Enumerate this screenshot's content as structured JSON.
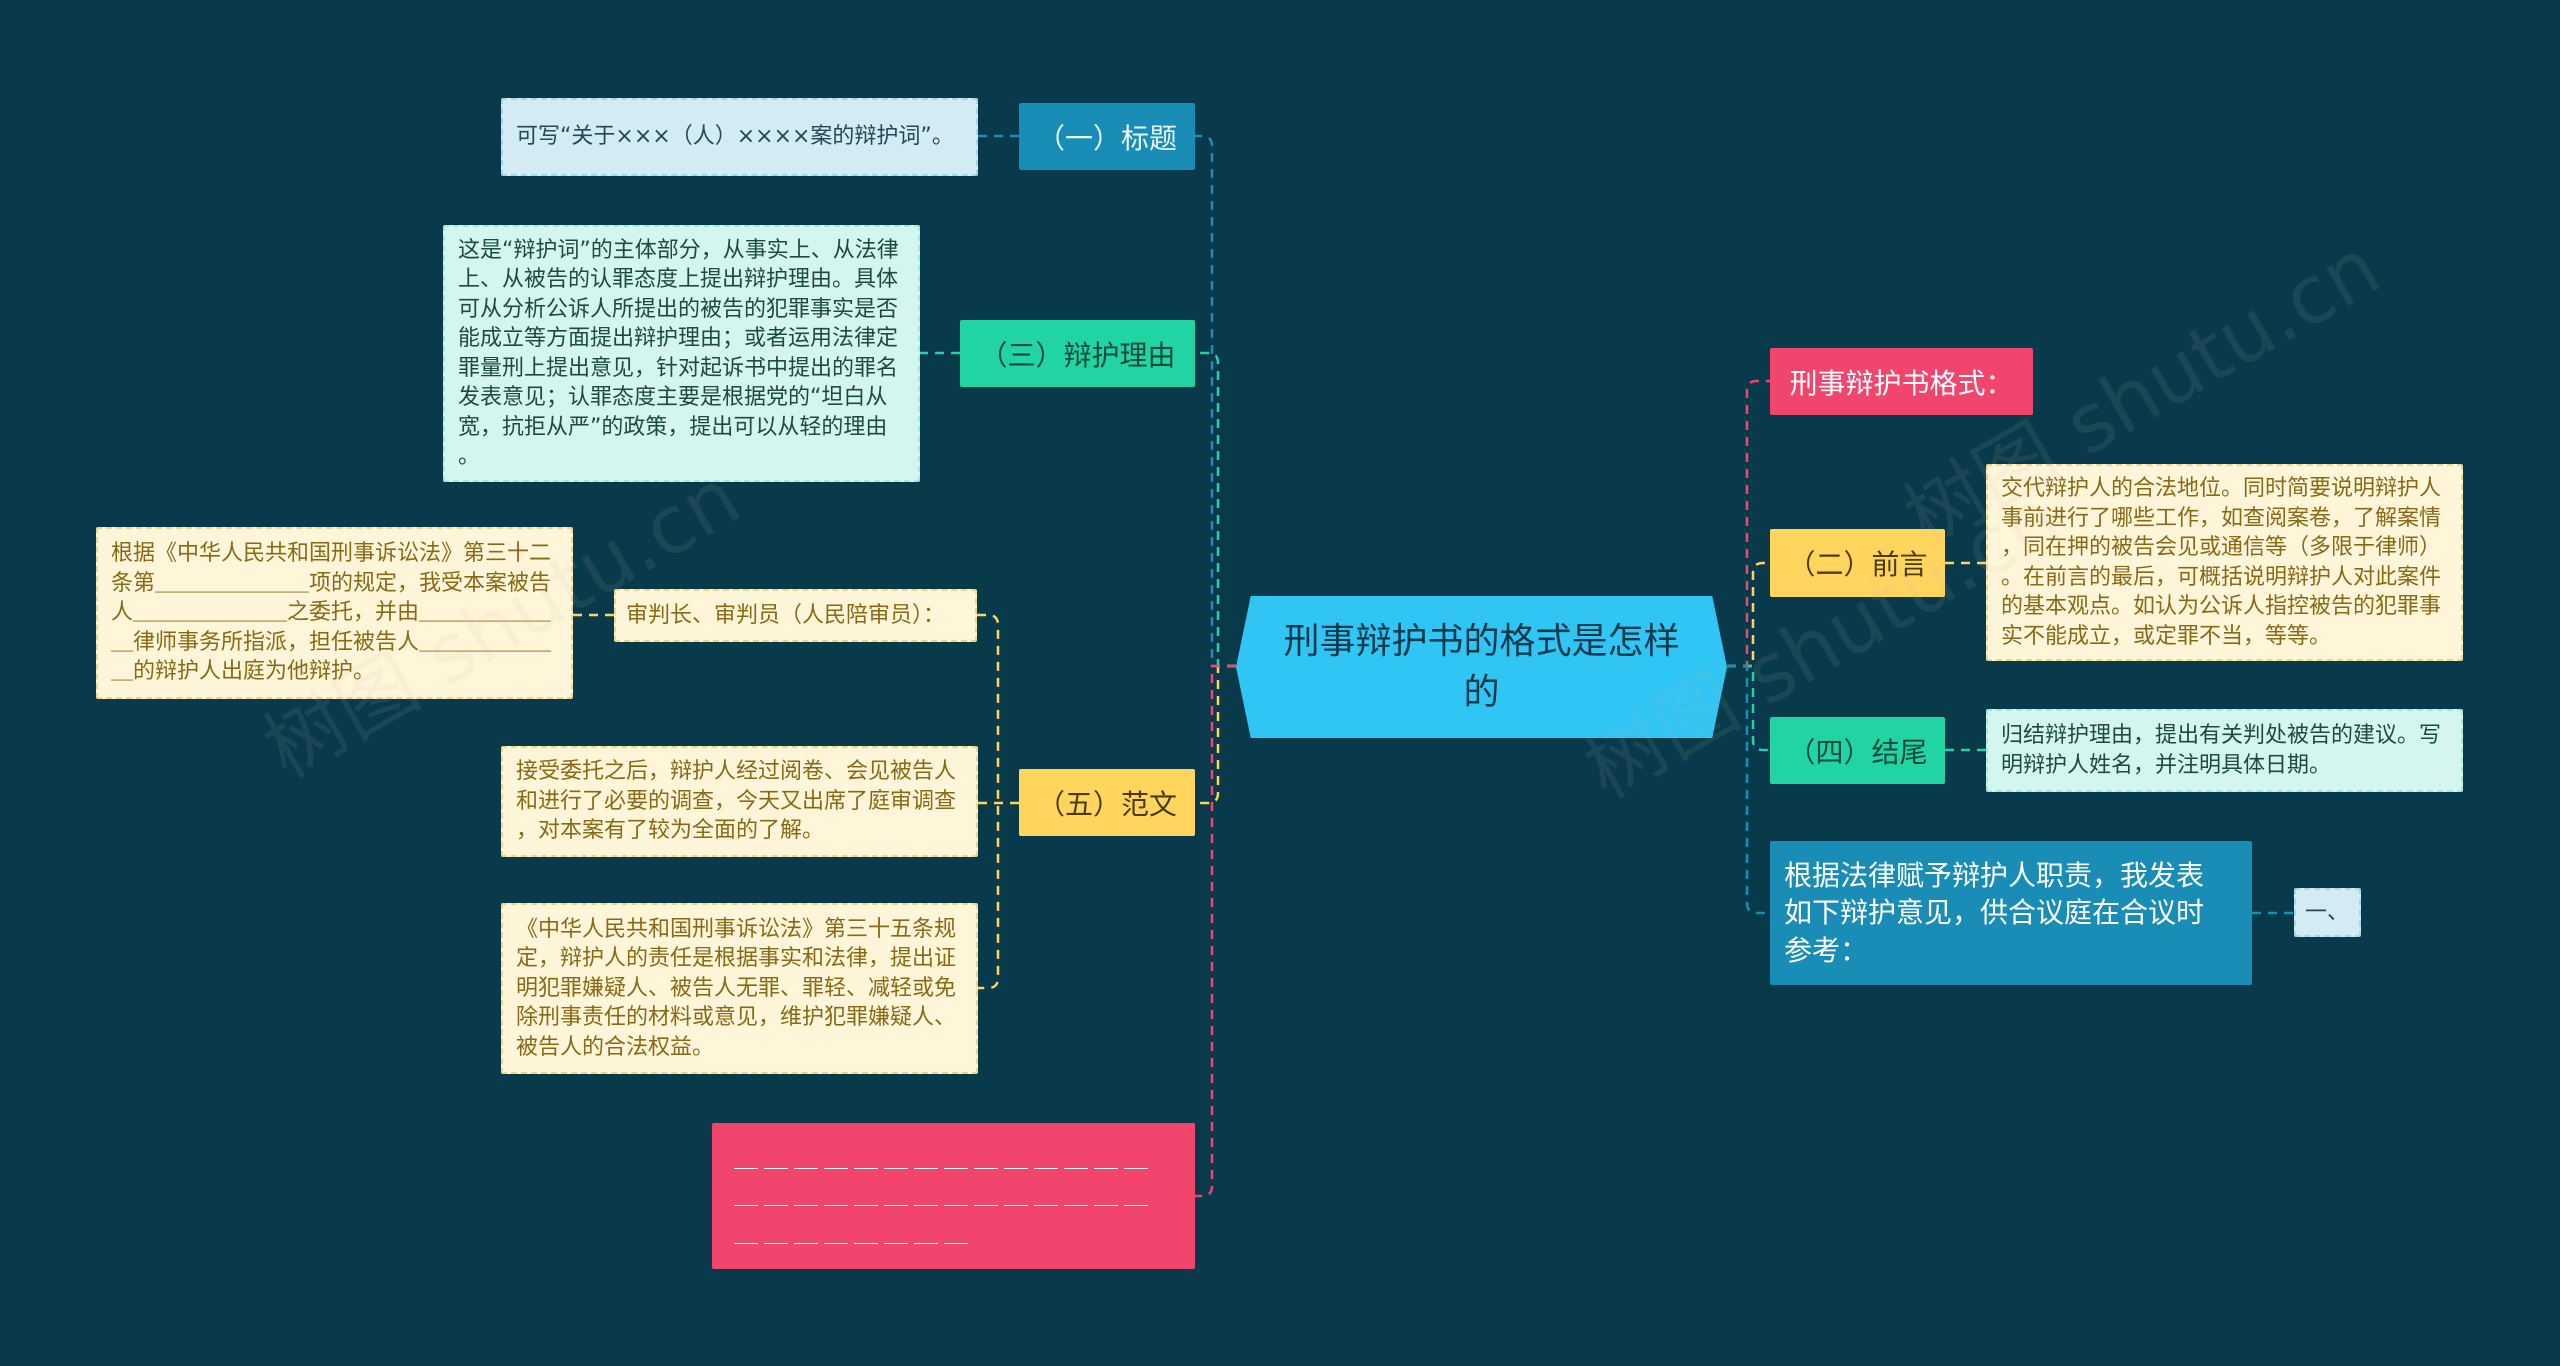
{
  "central": {
    "text": "刑事辩护书的格式是怎样的"
  },
  "left_branches": [
    {
      "label": "（一）标题",
      "leaves": [
        {
          "text": "可写“关于×××（人）××××案的辩护词”。"
        }
      ]
    },
    {
      "label": "（三）辩护理由",
      "leaves": [
        {
          "text": "这是“辩护词”的主体部分，从事实上、从法律上、从被告的认罪态度上提出辩护理由。具体可从分析公诉人所提出的被告的犯罪事实是否能成立等方面提出辩护理由；或者运用法律定罪量刑上提出意见，针对起诉书中提出的罪名发表意见；认罪态度主要是根据党的“坦白从宽，抗拒从严”的政策，提出可以从轻的理由。"
        }
      ]
    },
    {
      "label": "（五）范文",
      "leaves": [
        {
          "text": "审判长、审判员（人民陪审员）：",
          "children": [
            {
              "text": "根据《中华人民共和国刑事诉讼法》第三十二条第＿＿＿＿＿＿＿项的规定，我受本案被告人＿＿＿＿＿＿＿之委托，并由＿＿＿＿＿＿＿律师事务所指派，担任被告人＿＿＿＿＿＿＿的辩护人出庭为他辩护。"
            }
          ]
        },
        {
          "text": "接受委托之后，辩护人经过阅卷、会见被告人和进行了必要的调查，今天又出席了庭审调查，对本案有了较为全面的了解。"
        },
        {
          "text": "《中华人民共和国刑事诉讼法》第三十五条规定，辩护人的责任是根据事实和法律，提出证明犯罪嫌疑人、被告人无罪、罪轻、减轻或免除刑事责任的材料或意见，维护犯罪嫌疑人、被告人的合法权益。"
        }
      ]
    },
    {
      "label": "＿＿＿＿＿＿＿＿＿＿＿＿＿＿＿＿＿＿＿＿＿＿＿＿＿＿＿＿＿＿＿＿＿＿＿＿"
    }
  ],
  "right_branches": [
    {
      "label": "刑事辩护书格式："
    },
    {
      "label": "（二）前言",
      "leaves": [
        {
          "text": "交代辩护人的合法地位。同时简要说明辩护人事前进行了哪些工作，如查阅案卷，了解案情，同在押的被告会见或通信等（多限于律师）。在前言的最后，可概括说明辩护人对此案件的基本观点。如认为公诉人指控被告的犯罪事实不能成立，或定罪不当，等等。"
        }
      ]
    },
    {
      "label": "（四）结尾",
      "leaves": [
        {
          "text": "归结辩护理由，提出有关判处被告的建议。写明辩护人姓名，并注明具体日期。"
        }
      ]
    },
    {
      "label": "根据法律赋予辩护人职责，我发表如下辩护意见，供合议庭在合议时参考：",
      "leaves": [
        {
          "text": "一、"
        }
      ]
    }
  ],
  "colors": {
    "bg": "#083a4b",
    "central": "#30c5f2",
    "blue": "#1a8db6",
    "green": "#22d3a3",
    "yellow": "#ffd55e",
    "pink": "#f2456e",
    "leaf-blue": "#d3ebf3",
    "leaf-green": "#d4f6ee",
    "leaf-yellow": "#fff5d8"
  },
  "watermark": "树图 shutu.cn"
}
